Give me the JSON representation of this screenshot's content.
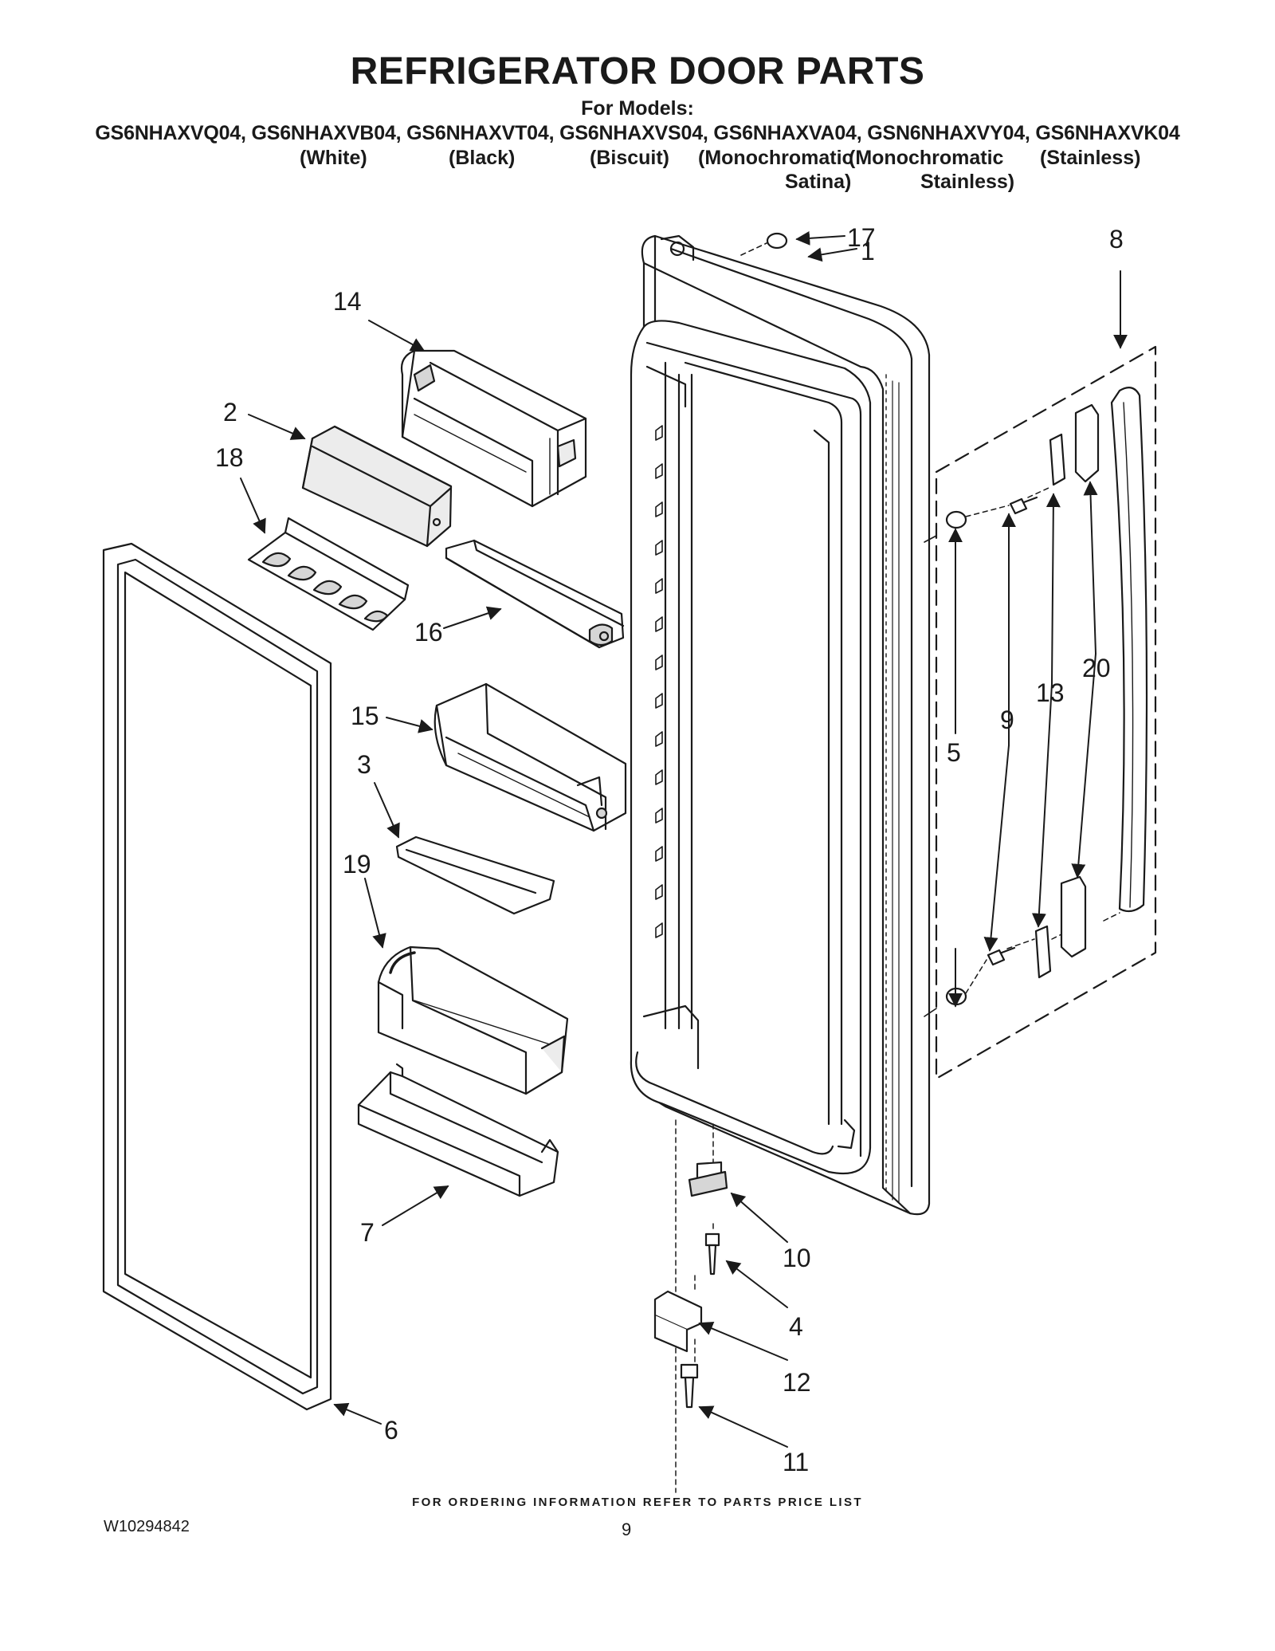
{
  "header": {
    "title": "REFRIGERATOR DOOR PARTS",
    "for_models": "For Models:",
    "models_line": "GS6NHAXVQ04, GS6NHAXVB04, GS6NHAXVT04, GS6NHAXVS04, GS6NHAXVA04, GSN6NHAXVY04, GS6NHAXVK04",
    "variants": [
      "(White)",
      "(Black)",
      "(Biscuit)",
      "(Monochromatic",
      "(Monochromatic",
      "(Stainless)"
    ],
    "variants_line2": [
      "Satina)",
      "Stainless)"
    ]
  },
  "callouts": [
    "17",
    "1",
    "8",
    "14",
    "2",
    "18",
    "16",
    "15",
    "3",
    "19",
    "7",
    "6",
    "5",
    "9",
    "13",
    "20",
    "10",
    "4",
    "12",
    "11"
  ],
  "footer": {
    "note": "FOR ORDERING INFORMATION REFER TO PARTS PRICE LIST",
    "doc_number": "W10294842",
    "page": "9"
  },
  "colors": {
    "line": "#1a1a1a",
    "shade": "#d6d6d6",
    "light_shade": "#ececec"
  }
}
